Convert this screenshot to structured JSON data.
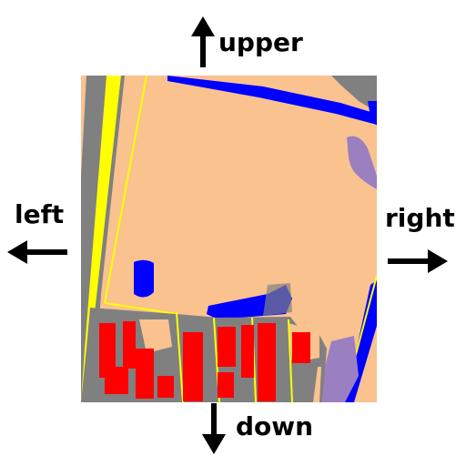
{
  "directions": {
    "up": "upper",
    "left": "left",
    "right": "right",
    "down": "down"
  },
  "colors": {
    "land": "#f9c28f",
    "road": "#808080",
    "highway": "#ffff00",
    "water": "#0000ff",
    "building": "#ff0000",
    "vegetation": "#9a80c0",
    "arrow": "#000000"
  },
  "icons": [
    "arrow-up-icon",
    "arrow-left-icon",
    "arrow-right-icon",
    "arrow-down-icon"
  ]
}
